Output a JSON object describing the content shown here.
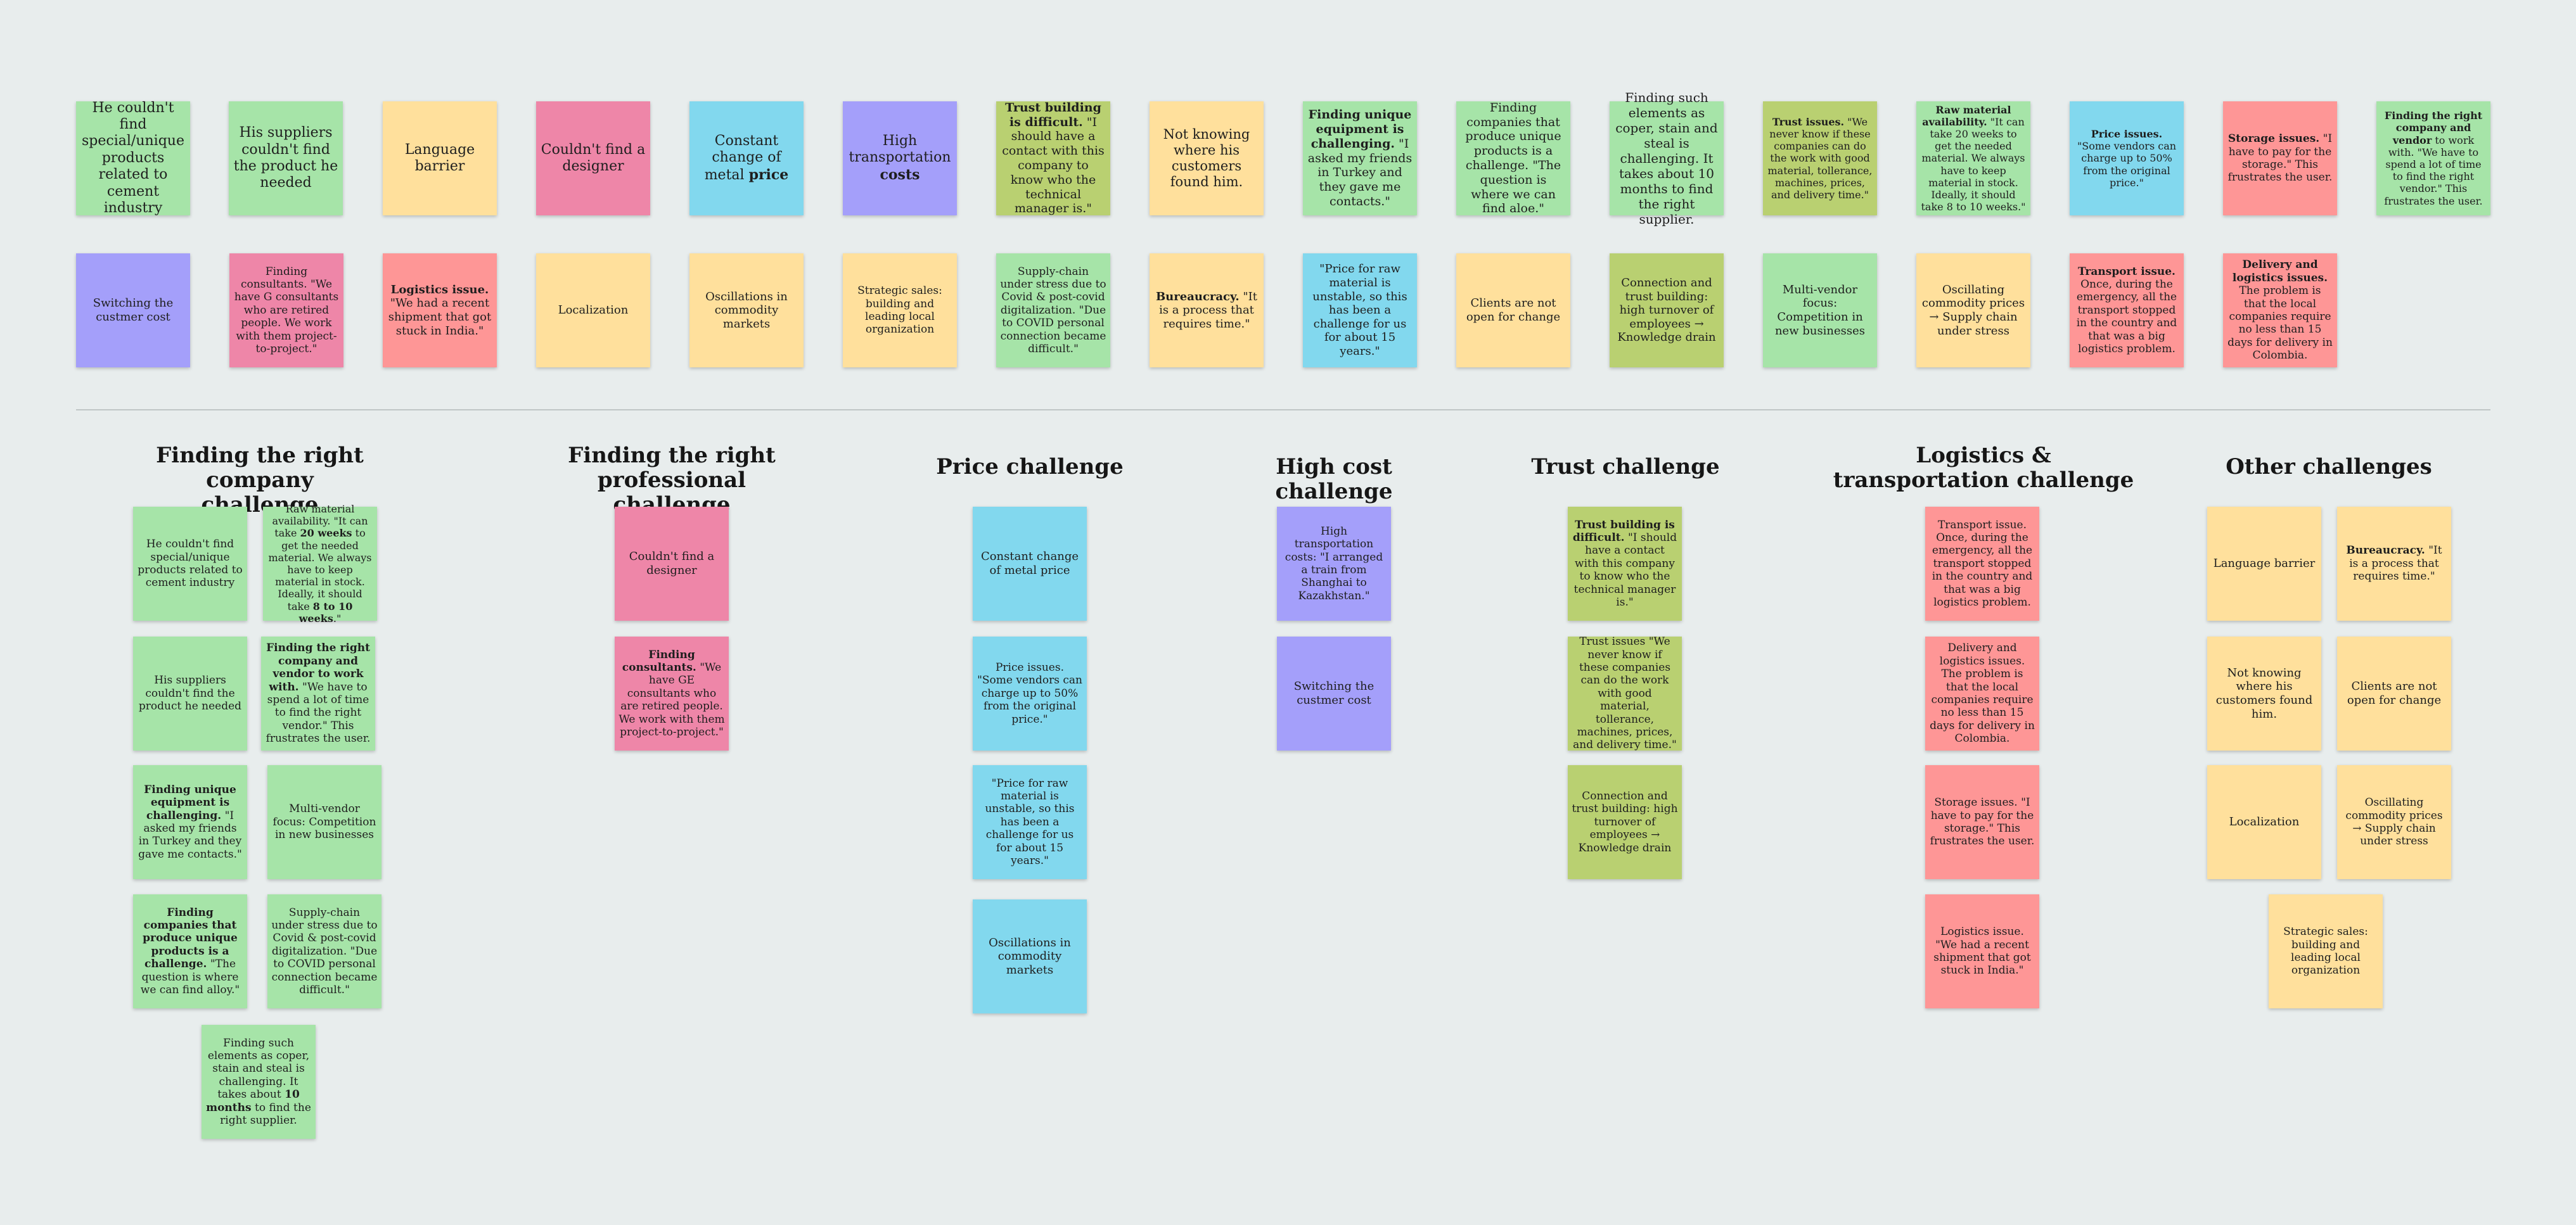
{
  "clusters": [
    {
      "title": "Finding the right company challenge"
    },
    {
      "title": "Finding the right professional challenge"
    },
    {
      "title": "Price challenge"
    },
    {
      "title": "High cost challenge"
    },
    {
      "title": "Trust challenge"
    },
    {
      "title": "Logistics & transportation challenge"
    },
    {
      "title": "Other challenges"
    }
  ],
  "colors": {
    "green": "#a6e4a8",
    "yellow": "#ffe09c",
    "pink": "#ee86a8",
    "cyan": "#82d8ee",
    "purple": "#a49ffa",
    "olive": "#b9d071",
    "salmon": "#fe9696",
    "background": "#e8eded"
  },
  "notes": [
    {
      "color": "green",
      "html": "He couldn't find special/unique products related to cement industry"
    },
    {
      "color": "green",
      "html": "His suppliers couldn't find the product he needed"
    },
    {
      "color": "yellow",
      "html": "Language barrier"
    },
    {
      "color": "pink",
      "html": "Couldn't find a designer"
    },
    {
      "color": "cyan",
      "html": "Constant change of metal <b>price</b>"
    },
    {
      "color": "purple",
      "html": "High transportation <b>costs</b>"
    },
    {
      "color": "olive",
      "html": "<b>Trust building is difficult.</b> \"I should have a contact with this company to know who the technical manager is.\""
    },
    {
      "color": "yellow",
      "html": "Not knowing where his customers found him."
    },
    {
      "color": "green",
      "html": "<b>Finding unique equipment is challenging.</b> \"I asked my friends in Turkey and they gave me contacts.\""
    },
    {
      "color": "green",
      "html": "Finding companies that produce unique products is a challenge. \"The question is where we can find aloe.\""
    },
    {
      "color": "green",
      "html": "Finding such elements as coper, stain and steal is challenging. It takes about 10 months to find the right supplier."
    },
    {
      "color": "olive",
      "html": "<b>Trust issues.</b> \"We never know if these companies can do the work with good material, tollerance, machines, prices, and delivery time.\""
    },
    {
      "color": "green",
      "html": "<b>Raw material availability.</b> \"It can take 20 weeks to get the needed material. We always have to keep material in stock. Ideally, it should take 8 to 10 weeks.\""
    },
    {
      "color": "cyan",
      "html": "<b>Price issues.</b> \"Some vendors can charge up to 50% from the original price.\""
    },
    {
      "color": "salmon",
      "html": "<b>Storage issues.</b> \"I have to pay for the storage.\" This frustrates the user."
    },
    {
      "color": "green",
      "html": "<b>Finding the right company and vendor</b> to work with. \"We have to spend a lot of time to find the right vendor.\" This frustrates the user."
    },
    {
      "color": "purple",
      "html": "Switching the custmer cost"
    },
    {
      "color": "pink",
      "html": "Finding consultants. \"We have G consultants who are retired people. We work with them project-to-project.\""
    },
    {
      "color": "salmon",
      "html": "<b>Logistics issue.</b> \"We had a recent shipment that got stuck in India.\""
    },
    {
      "color": "yellow",
      "html": "Localization"
    },
    {
      "color": "yellow",
      "html": "Oscillations in commodity markets"
    },
    {
      "color": "yellow",
      "html": "Strategic sales: building and leading local organization"
    },
    {
      "color": "green",
      "html": "Supply-chain under stress due to Covid & post-covid digitalization. \"Due to COVID personal connection became difficult.\""
    },
    {
      "color": "yellow",
      "html": "<b>Bureaucracy.</b> \"It is a process that requires time.\""
    },
    {
      "color": "cyan",
      "html": "\"Price for raw material is unstable, so this has been a challenge for us for about 15 years.\""
    },
    {
      "color": "yellow",
      "html": "Clients are not open for change"
    },
    {
      "color": "olive",
      "html": "Connection and trust building: high turnover of employees → Knowledge drain"
    },
    {
      "color": "green",
      "html": "Multi-vendor focus: Competition in new businesses"
    },
    {
      "color": "yellow",
      "html": "Oscillating commodity prices → Supply chain under stress"
    },
    {
      "color": "salmon",
      "html": "<b>Transport issue.</b> Once, during the emergency, all the transport stopped in the country and that was a big logistics problem."
    },
    {
      "color": "salmon",
      "html": "<b>Delivery and logistics issues.</b> The problem is that the local companies require no less than 15 days for delivery in Colombia."
    },
    {
      "color": "green",
      "html": "He couldn't find special/unique products related to cement industry"
    },
    {
      "color": "green",
      "html": "Raw material availability. \"It can take <b>20 weeks</b> to get the needed material. We always have to keep material in stock. Ideally, it should take <b>8 to 10 weeks</b>.\""
    },
    {
      "color": "green",
      "html": "His suppliers couldn't find the product he needed"
    },
    {
      "color": "green",
      "html": "<b>Finding the right company and vendor to work with.</b> \"We have to spend a lot of time to find the right vendor.\" This frustrates the user."
    },
    {
      "color": "green",
      "html": "<b>Finding unique equipment is challenging.</b> \"I asked my friends in Turkey and they gave me contacts.\""
    },
    {
      "color": "green",
      "html": "Multi-vendor focus: Competition in new businesses"
    },
    {
      "color": "green",
      "html": "<b>Finding companies that produce unique products is a challenge.</b> \"The question is where we can find alloy.\""
    },
    {
      "color": "green",
      "html": "Supply-chain under stress due to Covid & post-covid digitalization. \"Due to COVID personal connection became difficult.\""
    },
    {
      "color": "green",
      "html": "Finding such elements as coper, stain and steal is challenging. It takes about <b>10 months</b> to find the right supplier."
    },
    {
      "color": "pink",
      "html": "Couldn't find a designer"
    },
    {
      "color": "pink",
      "html": "<b>Finding consultants.</b> \"We have GE consultants who are retired people. We work with them project-to-project.\""
    },
    {
      "color": "cyan",
      "html": "Constant change of metal price"
    },
    {
      "color": "cyan",
      "html": "Price issues. \"Some vendors can charge up to 50% from the original price.\""
    },
    {
      "color": "cyan",
      "html": "\"Price for raw material is unstable, so this has been a challenge for us for about 15 years.\""
    },
    {
      "color": "cyan",
      "html": "Oscillations in commodity markets"
    },
    {
      "color": "purple",
      "html": "High transportation costs: \"I arranged a train from Shanghai to Kazakhstan.\""
    },
    {
      "color": "purple",
      "html": "Switching the custmer cost"
    },
    {
      "color": "olive",
      "html": "<b>Trust building is difficult.</b> \"I should have a contact with this company to know who the technical manager is.\""
    },
    {
      "color": "olive",
      "html": "Trust issues \"We never know if these companies can do the work with good material, tollerance, machines, prices, and delivery time.\""
    },
    {
      "color": "olive",
      "html": "Connection and trust building: high turnover of employees → Knowledge drain"
    },
    {
      "color": "salmon",
      "html": "Transport issue. Once, during the emergency, all the transport stopped in the country and that was a big logistics problem."
    },
    {
      "color": "salmon",
      "html": "Delivery and logistics issues. The problem is that the local companies require no less than 15 days for delivery in Colombia."
    },
    {
      "color": "salmon",
      "html": "Storage issues. \"I have to pay for the storage.\" This frustrates the user."
    },
    {
      "color": "salmon",
      "html": "Logistics issue. \"We had a recent shipment that got stuck in India.\""
    },
    {
      "color": "yellow",
      "html": "Language barrier"
    },
    {
      "color": "yellow",
      "html": "<b>Bureaucracy.</b> \"It is a process that requires time.\""
    },
    {
      "color": "yellow",
      "html": "Not knowing where his customers found him."
    },
    {
      "color": "yellow",
      "html": "Clients are not open for change"
    },
    {
      "color": "yellow",
      "html": "Localization"
    },
    {
      "color": "yellow",
      "html": "Oscillating commodity prices → Supply chain under stress"
    },
    {
      "color": "yellow",
      "html": "Strategic sales: building and leading local organization"
    }
  ]
}
